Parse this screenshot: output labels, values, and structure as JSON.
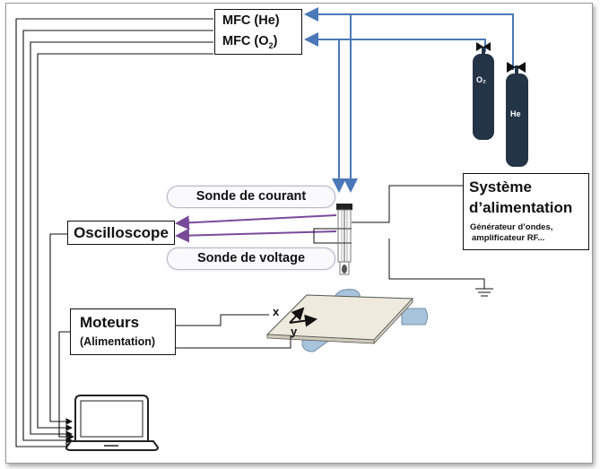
{
  "mfc": {
    "he": "MFC (He)",
    "o2_prefix": "MFC (O",
    "o2_sub": "2",
    "o2_suffix": ")"
  },
  "cylinders": {
    "o2": "O₂",
    "he": "He"
  },
  "power_system": {
    "title_line1": "Système",
    "title_line2": "d’alimentation",
    "detail_line1": "Générateur d’ondes,",
    "detail_line2": "amplificateur RF..."
  },
  "probes": {
    "current": "Sonde de courant",
    "voltage": "Sonde de voltage"
  },
  "oscilloscope": "Oscilloscope",
  "motors": {
    "title": "Moteurs",
    "subtitle": "(Alimentation)"
  },
  "stage_axes": {
    "x": "x",
    "y": "y"
  },
  "colors": {
    "gas_lines": "#4a78b8",
    "probe_lines": "#7a4a9a",
    "cylinder": "#243447",
    "pill_border": "#b8b8c8"
  }
}
